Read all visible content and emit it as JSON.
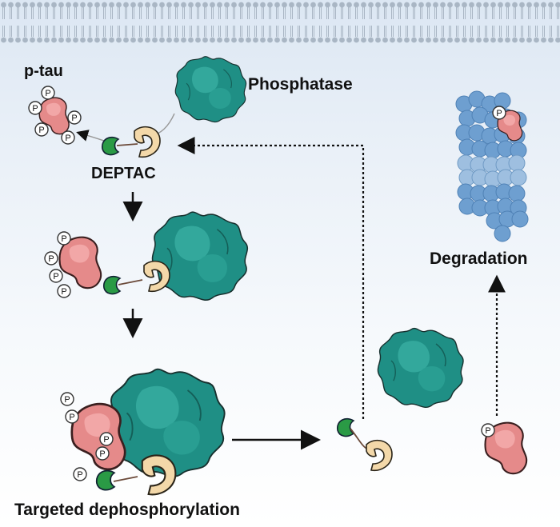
{
  "labels": {
    "ptau": "p-tau",
    "phosphatase": "Phosphatase",
    "deptac": "DEPTAC",
    "degradation": "Degradation",
    "targeted": "Targeted dephosphorylation"
  },
  "phospho_symbol": "P",
  "colors": {
    "membrane": "#9aa9b9",
    "phosphatase": "#1f8f85",
    "phosphatase_light": "#33a89c",
    "tau": "#e58a8a",
    "deptac_ligand_green": "#2a9a45",
    "deptac_ligand_tan": "#f3d8a9",
    "proteasome": "#6e9fd0"
  }
}
